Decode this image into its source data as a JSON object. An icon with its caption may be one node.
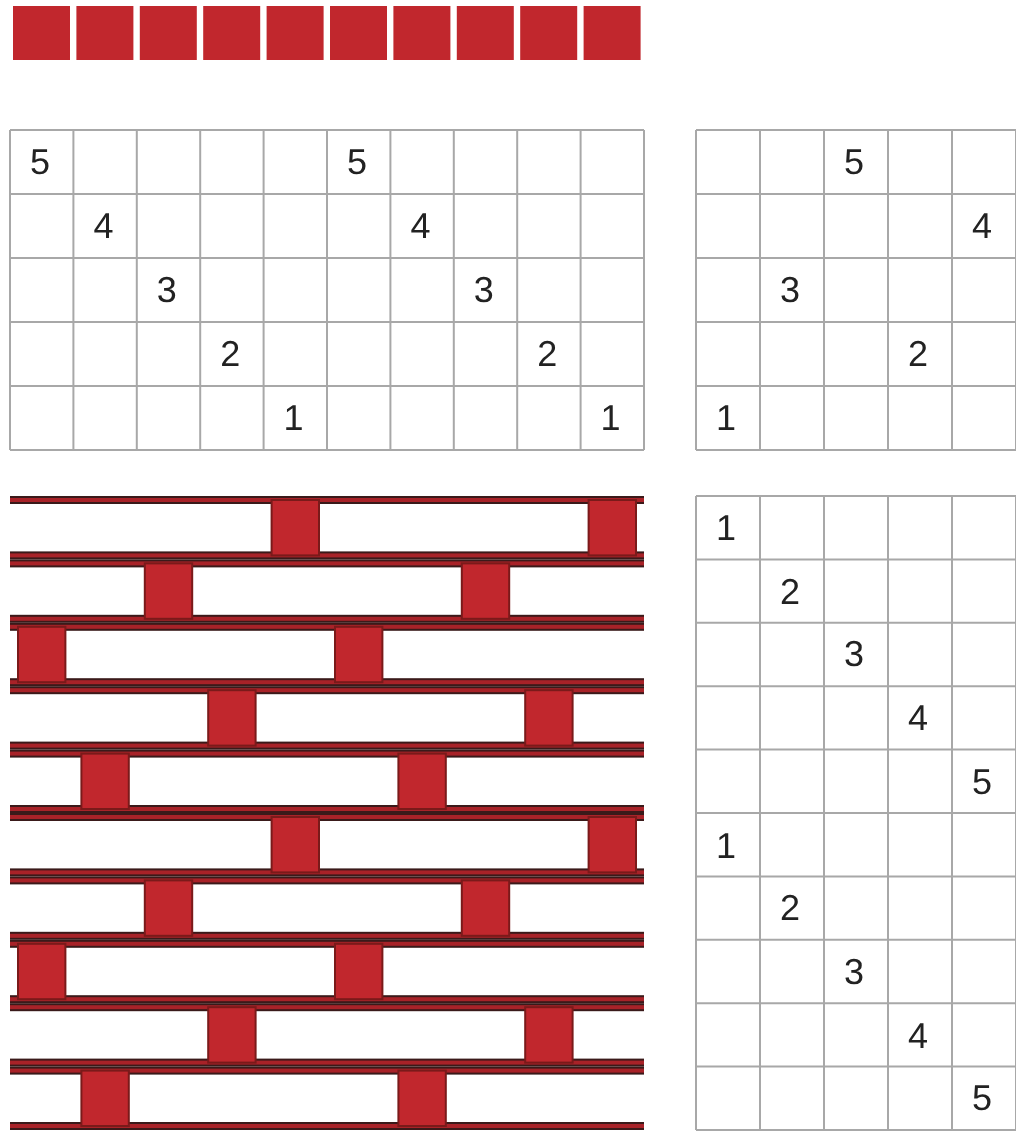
{
  "diagram": {
    "labels": [
      "5",
      "5",
      "5",
      "4",
      "4",
      "4",
      "3",
      "3",
      "3",
      "2",
      "2",
      "2",
      "1",
      "1",
      "1",
      "1",
      "2",
      "3",
      "4",
      "5",
      "1",
      "2",
      "3",
      "4",
      "5"
    ]
  }
}
